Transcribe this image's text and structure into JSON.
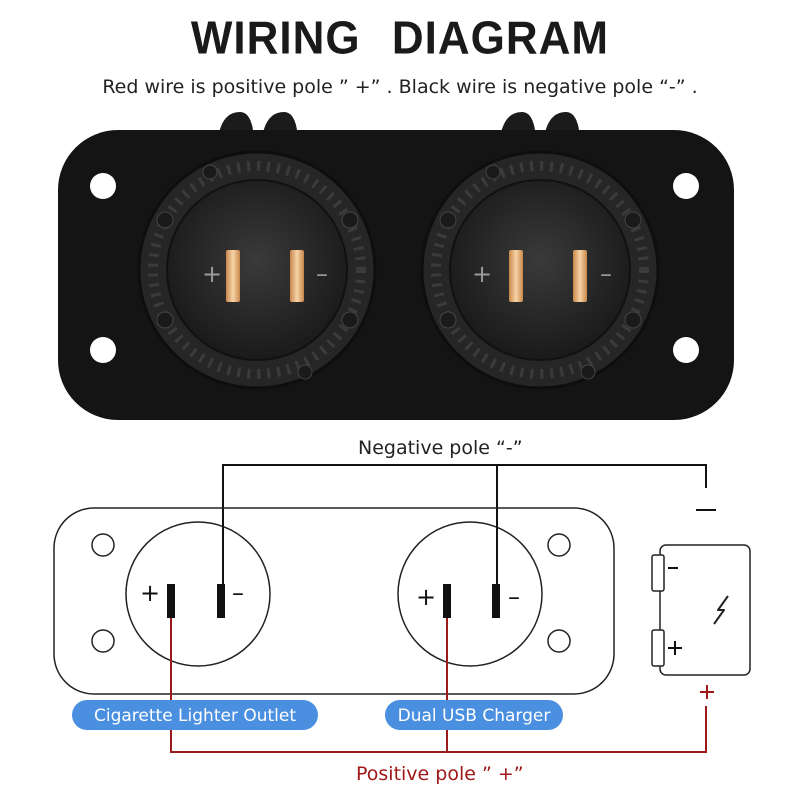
{
  "header": {
    "title": "WIRING   DIAGRAM",
    "subtitle": "Red wire is positive pole ”  +”  . Black wire is negative pole  “-”  ."
  },
  "labels": {
    "negative_pole": "Negative pole  “-”",
    "positive_pole": "Positive pole ”  +”",
    "outlet_left": "Cigarette Lighter Outlet",
    "outlet_right": "Dual USB Charger",
    "plus": "+",
    "minus": "–"
  },
  "colors": {
    "panel": "#141414",
    "socket": "#2a2a2a",
    "contact": "#e9b47c",
    "negative_wire": "#111111",
    "positive_wire": "#9a1b1b",
    "badge": "#4a8fe0",
    "positive_text": "#a01818"
  },
  "icons": {
    "battery": "battery-icon",
    "lightning": "lightning-bolt-icon"
  }
}
